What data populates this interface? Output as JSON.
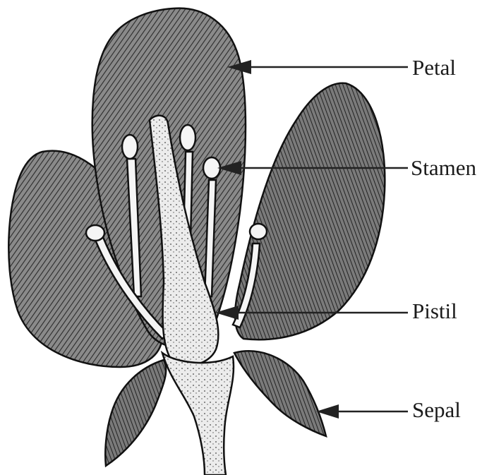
{
  "labels": {
    "petal": "Petal",
    "stamen": "Stamen",
    "pistil": "Pistil",
    "sepal": "Sepal"
  },
  "colors": {
    "ink": "#1a1a1a",
    "petal_fill": "#6e6e6e",
    "paper": "#ffffff"
  }
}
